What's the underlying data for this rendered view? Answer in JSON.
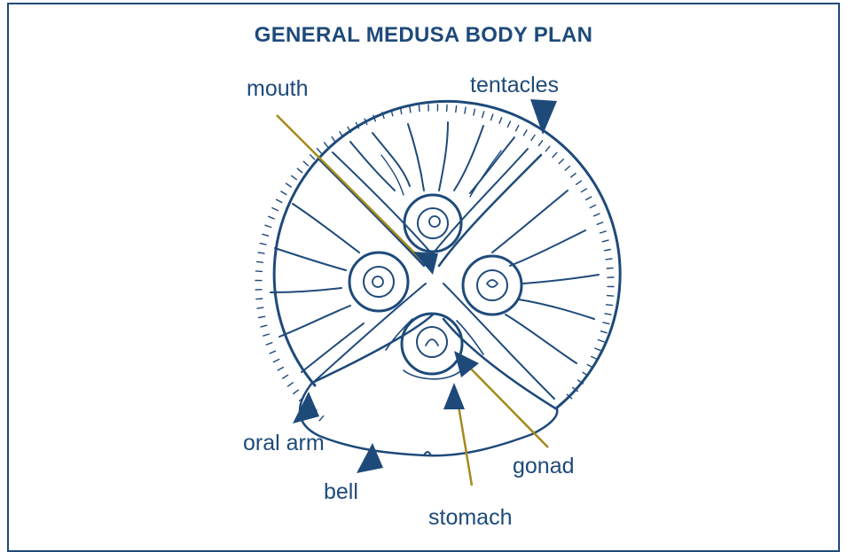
{
  "title": "GENERAL MEDUSA BODY PLAN",
  "labels": {
    "mouth": "mouth",
    "tentacles": "tentacles",
    "oral_arm": "oral arm",
    "bell": "bell",
    "gonad": "gonad",
    "stomach": "stomach"
  },
  "colors": {
    "outline": "#1e4a7a",
    "pointer_line": "#a58a1c",
    "arrowhead": "#1e4a7a"
  }
}
